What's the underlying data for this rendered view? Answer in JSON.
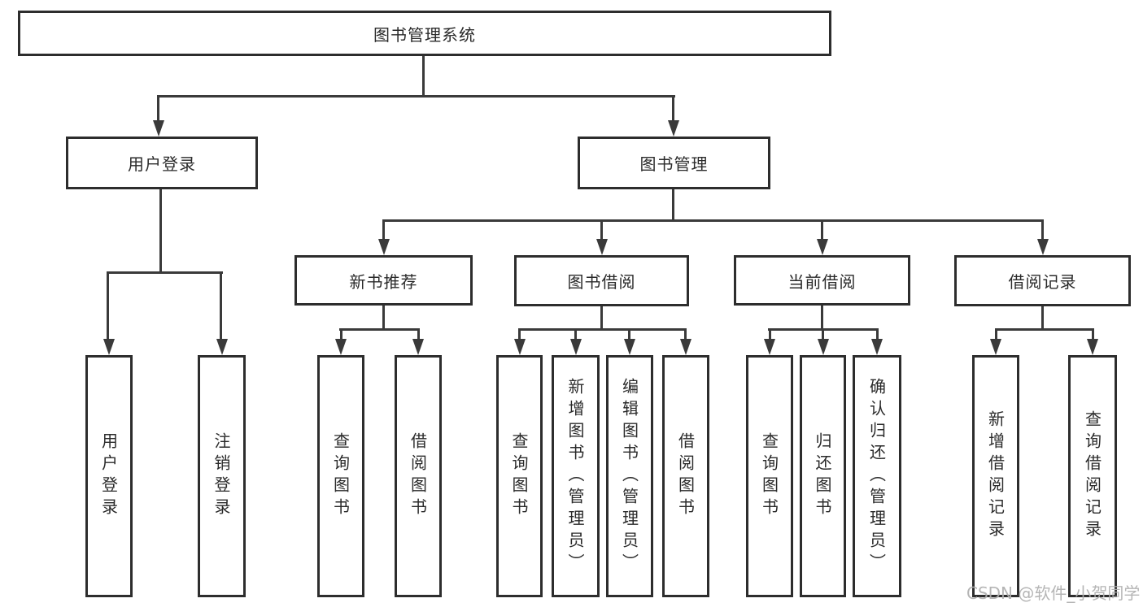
{
  "diagram_type": "hierarchy-tree",
  "tree": {
    "label": "图书管理系统",
    "children": [
      {
        "label": "用户登录",
        "children": [
          {
            "label": "用户登录"
          },
          {
            "label": "注销登录"
          }
        ]
      },
      {
        "label": "图书管理",
        "children": [
          {
            "label": "新书推荐",
            "children": [
              {
                "label": "查询图书"
              },
              {
                "label": "借阅图书"
              }
            ]
          },
          {
            "label": "图书借阅",
            "children": [
              {
                "label": "查询图书"
              },
              {
                "label": "新增图书（管理员）"
              },
              {
                "label": "编辑图书（管理员）"
              },
              {
                "label": "借阅图书"
              }
            ]
          },
          {
            "label": "当前借阅",
            "children": [
              {
                "label": "查询图书"
              },
              {
                "label": "归还图书"
              },
              {
                "label": "确认归还（管理员）"
              }
            ]
          },
          {
            "label": "借阅记录",
            "children": [
              {
                "label": "新增借阅记录"
              },
              {
                "label": "查询借阅记录"
              }
            ]
          }
        ]
      }
    ]
  },
  "watermark": {
    "text": "CSDN @软件_小贺同学"
  },
  "colors": {
    "line": "#3a3a3a",
    "border": "#2d2d2d",
    "text": "#2a2a2a",
    "background": "#ffffff",
    "watermark": "#afafaf"
  }
}
